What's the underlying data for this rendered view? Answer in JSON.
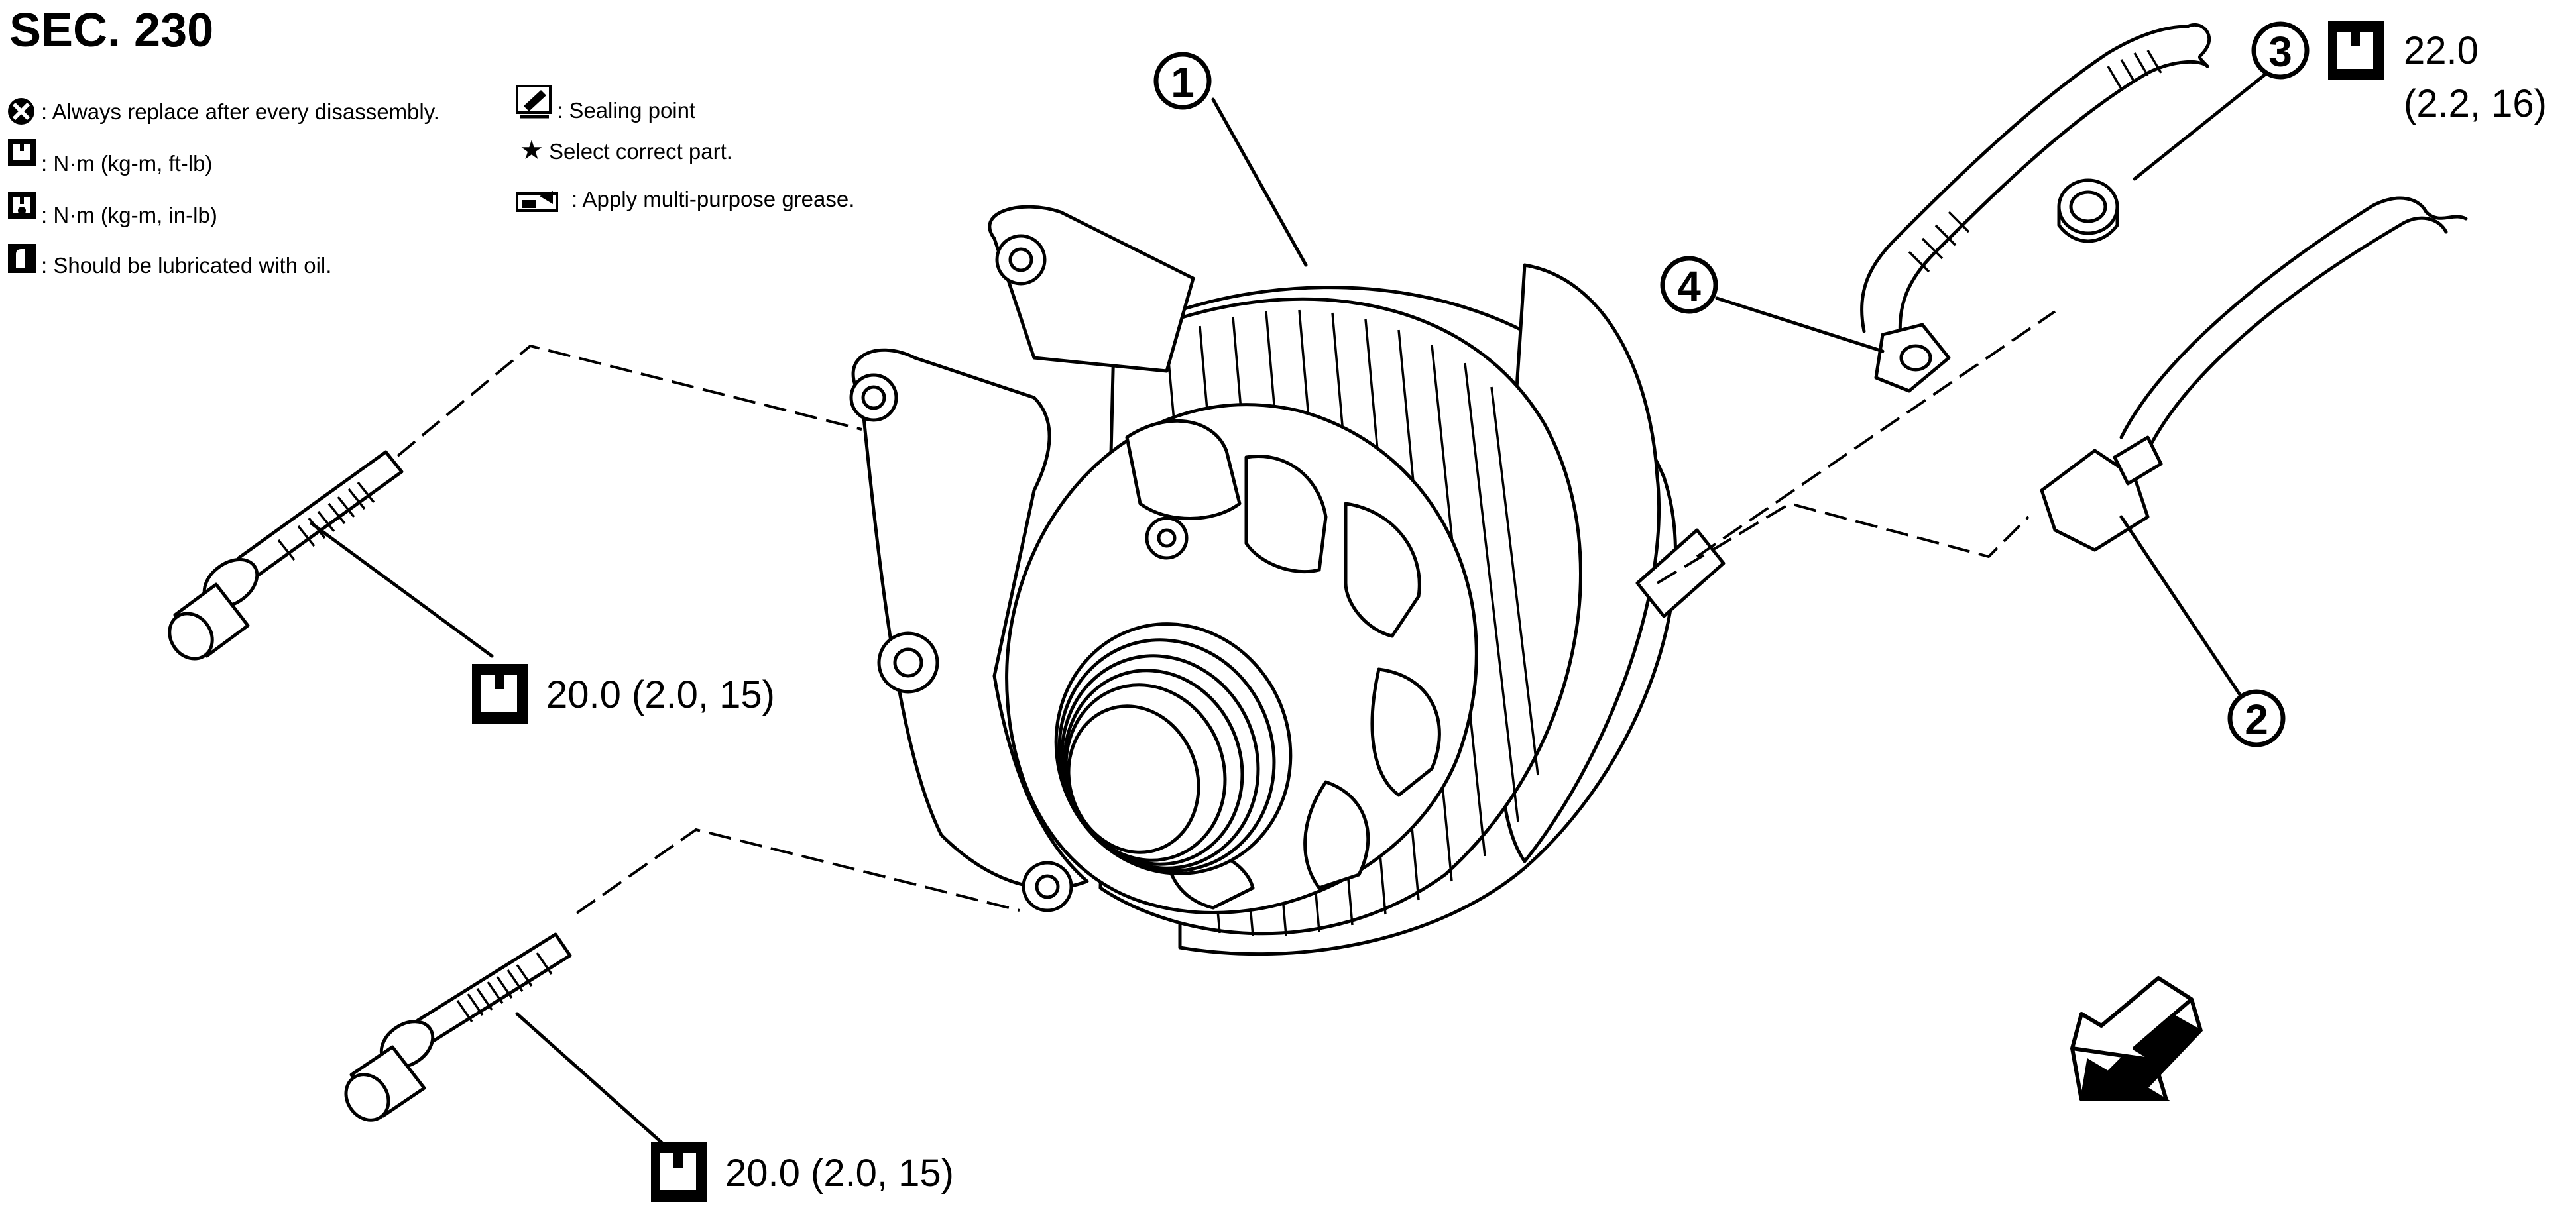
{
  "section_title": "SEC. 230",
  "legend": [
    {
      "icon": "replace-part-icon",
      "text": ": Always replace after every disassembly."
    },
    {
      "icon": "torque-wrench-icon",
      "text": ": N·m (kg-m, ft-lb)"
    },
    {
      "icon": "torque-wrench-inlb-icon",
      "text": ": N·m (kg-m, in-lb)"
    },
    {
      "icon": "oil-can-icon",
      "text": ": Should be lubricated with oil."
    },
    {
      "icon": "sealing-point-icon",
      "text": ": Sealing point"
    },
    {
      "icon": "star-icon",
      "text": "Select correct part."
    },
    {
      "icon": "grease-icon",
      "text": ": Apply multi-purpose grease."
    }
  ],
  "callouts": [
    "1",
    "2",
    "3",
    "4"
  ],
  "torque_specs": {
    "upper_bolt": "20.0 (2.0, 15)",
    "lower_bolt": "20.0 (2.0, 15)",
    "terminal_nut_line1": "22.0",
    "terminal_nut_line2": "(2.2, 16)"
  },
  "colors": {
    "ink": "#000000",
    "paper": "#ffffff"
  }
}
